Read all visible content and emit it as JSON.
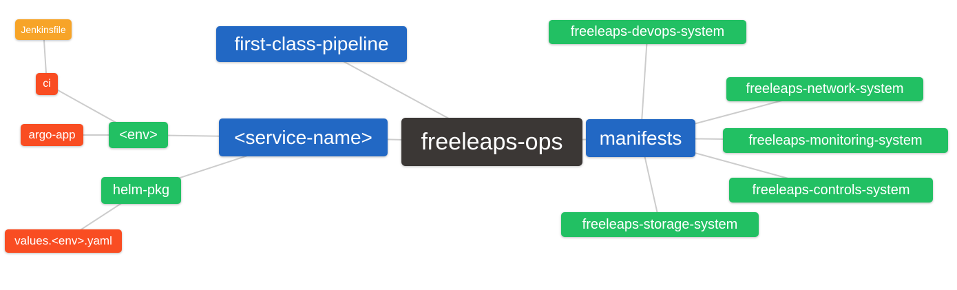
{
  "diagram": {
    "type": "mindmap",
    "root": "freeleaps-ops",
    "colors": {
      "root_bg": "#3b3735",
      "branch_bg": "#2268c4",
      "sub_bg": "#22c063",
      "leaf_bg": "#f94d22",
      "deep_leaf_bg": "#f7a428",
      "edge": "#cccccc",
      "text": "#ffffff",
      "canvas_bg": "#ffffff"
    },
    "nodes": [
      {
        "id": "freeleaps-ops",
        "label": "freeleaps-ops",
        "level": "root"
      },
      {
        "id": "first-class-pipeline",
        "label": "first-class-pipeline",
        "level": "branch"
      },
      {
        "id": "service-name",
        "label": "<service-name>",
        "level": "branch"
      },
      {
        "id": "manifests",
        "label": "manifests",
        "level": "branch"
      },
      {
        "id": "env",
        "label": "<env>",
        "level": "sub"
      },
      {
        "id": "helm-pkg",
        "label": "helm-pkg",
        "level": "sub"
      },
      {
        "id": "ci",
        "label": "ci",
        "level": "leaf"
      },
      {
        "id": "argo-app",
        "label": "argo-app",
        "level": "leaf"
      },
      {
        "id": "jenkinsfile",
        "label": "Jenkinsfile",
        "level": "deep-leaf"
      },
      {
        "id": "values-env-yaml",
        "label": "values.<env>.yaml",
        "level": "leaf"
      },
      {
        "id": "freeleaps-devops-system",
        "label": "freeleaps-devops-system",
        "level": "sub"
      },
      {
        "id": "freeleaps-network-system",
        "label": "freeleaps-network-system",
        "level": "sub"
      },
      {
        "id": "freeleaps-monitoring-system",
        "label": "freeleaps-monitoring-system",
        "level": "sub"
      },
      {
        "id": "freeleaps-controls-system",
        "label": "freeleaps-controls-system",
        "level": "sub"
      },
      {
        "id": "freeleaps-storage-system",
        "label": "freeleaps-storage-system",
        "level": "sub"
      }
    ],
    "edges": [
      {
        "from": "Jenkinsfile",
        "to": "ci"
      },
      {
        "from": "ci",
        "to": "<env>"
      },
      {
        "from": "argo-app",
        "to": "<env>"
      },
      {
        "from": "<env>",
        "to": "<service-name>"
      },
      {
        "from": "helm-pkg",
        "to": "<service-name>"
      },
      {
        "from": "values.<env>.yaml",
        "to": "helm-pkg"
      },
      {
        "from": "<service-name>",
        "to": "freeleaps-ops"
      },
      {
        "from": "first-class-pipeline",
        "to": "freeleaps-ops"
      },
      {
        "from": "freeleaps-ops",
        "to": "manifests"
      },
      {
        "from": "manifests",
        "to": "freeleaps-devops-system"
      },
      {
        "from": "manifests",
        "to": "freeleaps-network-system"
      },
      {
        "from": "manifests",
        "to": "freeleaps-monitoring-system"
      },
      {
        "from": "manifests",
        "to": "freeleaps-controls-system"
      },
      {
        "from": "manifests",
        "to": "freeleaps-storage-system"
      }
    ]
  }
}
